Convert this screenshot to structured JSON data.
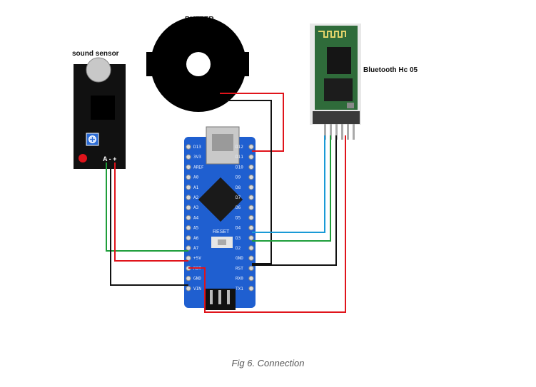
{
  "labels": {
    "buzzer": "BUZZER",
    "sound_sensor": "sound sensor",
    "bluetooth": "Bluetooth Hc 05",
    "sensor_pins": "A - +",
    "reset": "RESET"
  },
  "caption": "Fig 6. Connection",
  "nano_left_pins": [
    "D13",
    "3V3",
    "AREF",
    "A0",
    "A1",
    "A2",
    "A3",
    "A4",
    "A5",
    "A6",
    "A7",
    "+5V",
    "RST",
    "GND",
    "VIN"
  ],
  "nano_right_pins": [
    "D12",
    "D11",
    "D10",
    "D9",
    "D8",
    "D7",
    "D6",
    "D5",
    "D4",
    "D3",
    "D2",
    "GND",
    "RST",
    "RX0",
    "TX1"
  ],
  "colors": {
    "board": "#1f5fd0",
    "wire_red": "#e0141b",
    "wire_black": "#111111",
    "wire_green": "#1e9e3a",
    "wire_blue": "#1a9ad6",
    "bt_board": "#2f6b3a"
  }
}
